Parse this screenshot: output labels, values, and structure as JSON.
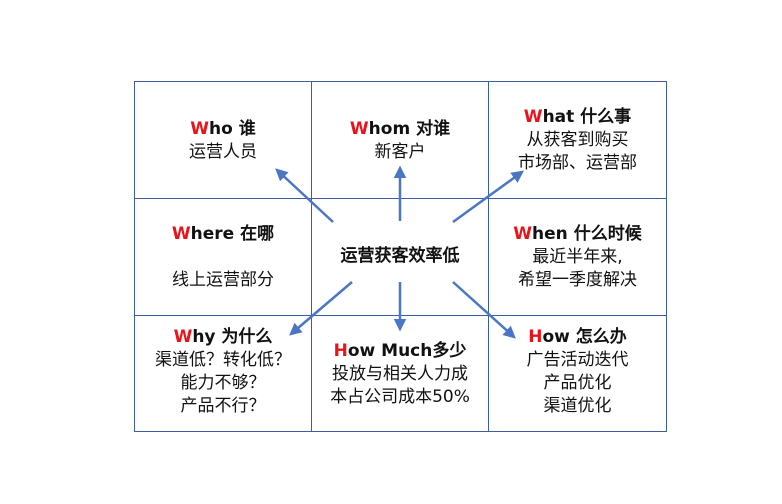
{
  "cells": {
    "who": {
      "letter": "W",
      "rest": "ho 谁",
      "lines": [
        "运营人员"
      ]
    },
    "whom": {
      "letter": "W",
      "rest": "hom 对谁",
      "lines": [
        "新客户"
      ]
    },
    "what": {
      "letter": "W",
      "rest": "hat 什么事",
      "lines": [
        "从获客到购买",
        "市场部、运营部"
      ]
    },
    "where": {
      "letter": "W",
      "rest": "here 在哪",
      "lines": [
        "线上运营部分"
      ]
    },
    "center": {
      "text": "运营获客效率低"
    },
    "when": {
      "letter": "W",
      "rest": "hen 什么时候",
      "lines": [
        "最近半年来,",
        "希望一季度解决"
      ]
    },
    "why": {
      "letter": "W",
      "rest": "hy 为什么",
      "lines": [
        "渠道低？转化低？",
        "能力不够？",
        "产品不行？"
      ]
    },
    "howmuch": {
      "letter": "H",
      "rest": "ow Much多少",
      "lines": [
        "投放与相关人力成",
        "本占公司成本50%"
      ]
    },
    "how": {
      "letter": "H",
      "rest": "ow 怎么办",
      "lines": [
        "广告活动迭代",
        "产品优化",
        "渠道优化"
      ]
    }
  },
  "colors": {
    "border": "#3d5e9a",
    "arrow": "#4a76c4",
    "accent": "#e8141b"
  }
}
